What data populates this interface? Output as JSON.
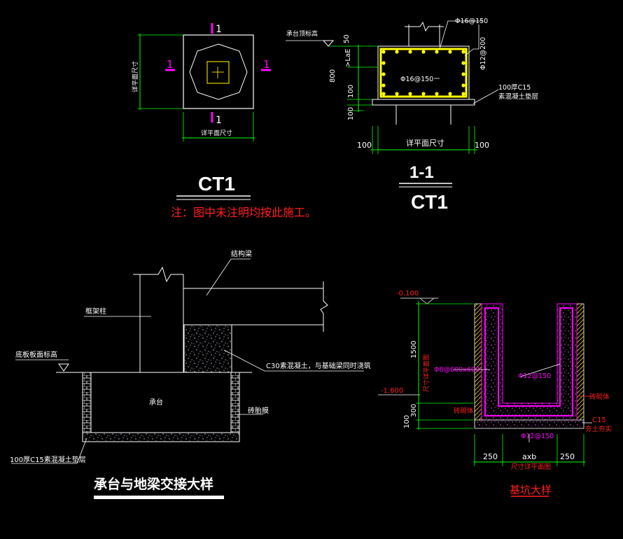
{
  "ct1_plan": {
    "section_mark": "1",
    "dim_label": "详平面尺寸"
  },
  "ct1_section": {
    "top_level": "承台顶标高",
    "dim_lae": ">LaE",
    "dim_50": "50",
    "dim_800": "800",
    "dim_100a": "100",
    "dim_100b": "100",
    "rebar_top": "Φ16@150",
    "rebar_side": "Φ12@200",
    "rebar_bottom": "Φ16@150",
    "cushion_line1": "100厚C15",
    "cushion_line2": "素混凝土垫层",
    "dim_left": "100",
    "dim_mid": "详平面尺寸",
    "dim_right": "100"
  },
  "titles": {
    "ct1": "CT1",
    "sec_num": "1-1",
    "sec_ct1": "CT1",
    "note": "注：图中未注明均按此施工。"
  },
  "joint_detail": {
    "beam": "结构梁",
    "column": "框架柱",
    "slab_level": "底板板面标高",
    "concrete_note": "C30素混凝土，与基础梁同时浇筑",
    "cap": "承台",
    "brick": "砖胎膜",
    "cushion": "100厚C15素混凝土垫层",
    "title": "承台与地梁交接大样"
  },
  "pit_detail": {
    "lvl_top": "-0.100",
    "lvl_bot": "-1.600",
    "dim_1500": "1500",
    "dim_100": "100",
    "dim_300": "300",
    "dim_plan": "尺寸详平面图",
    "rebar_mesh": "Φ8@600x600",
    "rebar_wall": "Φ12@150",
    "rebar_bot": "Φ12@150",
    "brick_l": "砖砌体",
    "brick_r": "砖砌体",
    "c15": "C15",
    "compact": "夯土夯实",
    "dim_250a": "250",
    "dim_axb": "axb",
    "dim_250b": "250",
    "dim_plan2": "尺寸详平面图",
    "title": "基坑大样"
  },
  "colors": {
    "white": "#ffffff",
    "green": "#00ff00",
    "magenta": "#ff00ff",
    "red": "#ff2020",
    "yellow": "#ffff00",
    "cyan": "#00ffff"
  }
}
